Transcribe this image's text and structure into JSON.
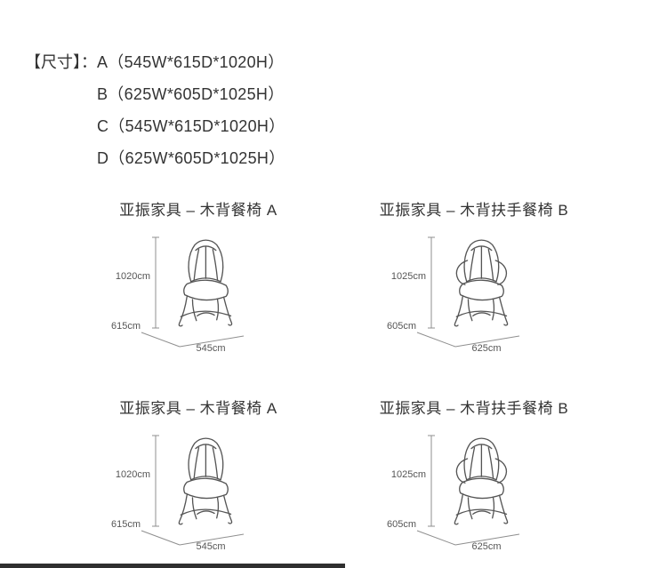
{
  "size_section": {
    "label": "【尺寸】：",
    "lines": [
      "A（545W*615D*1020H）",
      "B（625W*605D*1025H）",
      "C（545W*615D*1020H）",
      "D（625W*605D*1025H）"
    ]
  },
  "products": [
    {
      "title": "亚振家具 – 木背餐椅 A",
      "height": "1020cm",
      "depth": "615cm",
      "width": "545cm"
    },
    {
      "title": "亚振家具 – 木背扶手餐椅 B",
      "height": "1025cm",
      "depth": "605cm",
      "width": "625cm"
    },
    {
      "title": "亚振家具 – 木背餐椅 A",
      "height": "1020cm",
      "depth": "615cm",
      "width": "545cm"
    },
    {
      "title": "亚振家具 – 木背扶手餐椅 B",
      "height": "1025cm",
      "depth": "605cm",
      "width": "625cm"
    }
  ]
}
